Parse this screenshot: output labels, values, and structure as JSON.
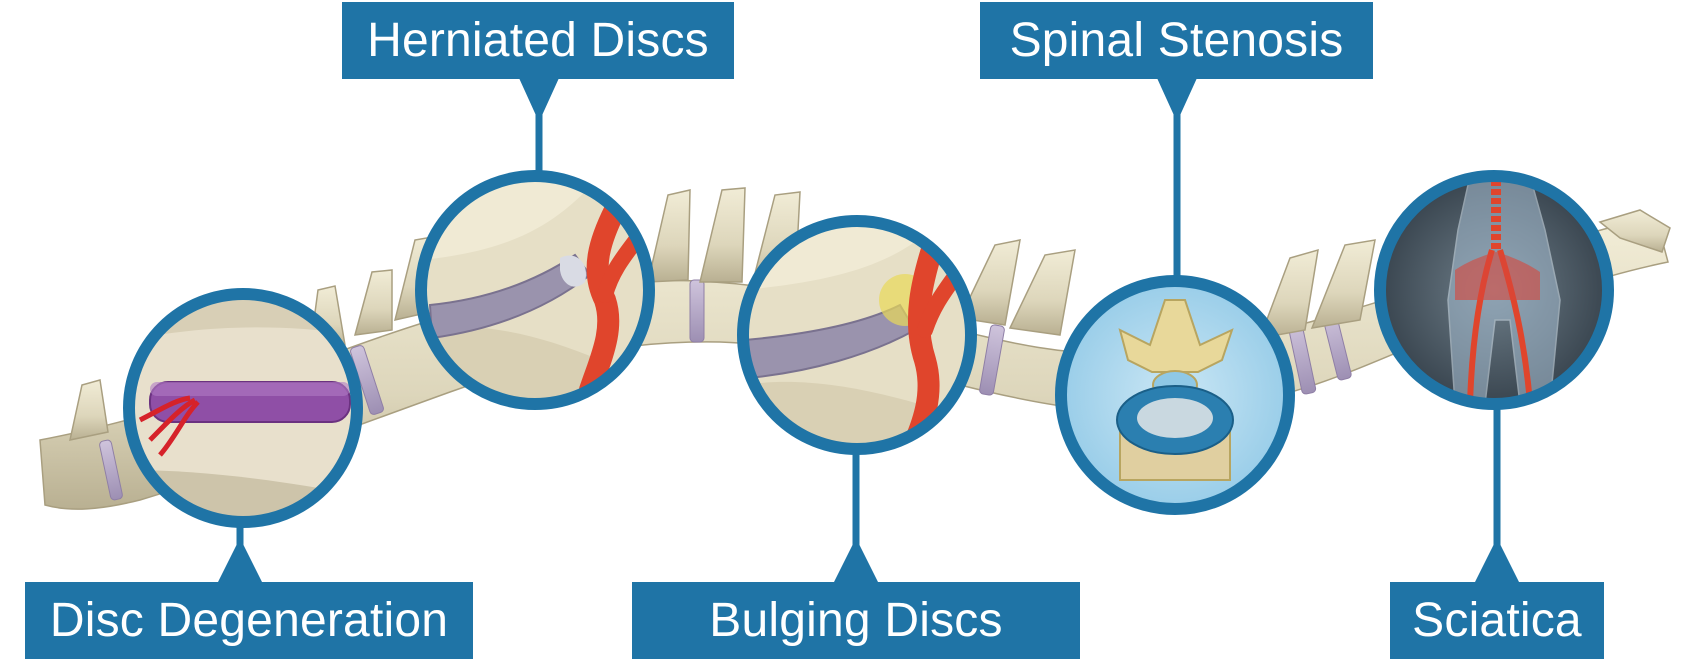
{
  "labels": {
    "herniated_discs": "Herniated Discs",
    "spinal_stenosis": "Spinal Stenosis",
    "disc_degeneration": "Disc Degeneration",
    "bulging_discs": "Bulging Discs",
    "sciatica": "Sciatica"
  },
  "colors": {
    "accent": "#1f74a6",
    "bone": "#e2dcc2",
    "disc": "#b8a9c9",
    "nerve": "#e0452c"
  }
}
